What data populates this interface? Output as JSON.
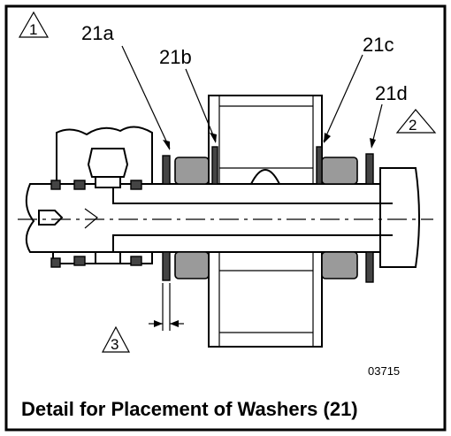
{
  "labels": {
    "washer_a": "21a",
    "washer_b": "21b",
    "washer_c": "21c",
    "washer_d": "21d"
  },
  "notes": {
    "note_1": "1",
    "note_2": "2",
    "note_3": "3"
  },
  "figure_number": "03715",
  "caption": "Detail for Placement of Washers (21)"
}
